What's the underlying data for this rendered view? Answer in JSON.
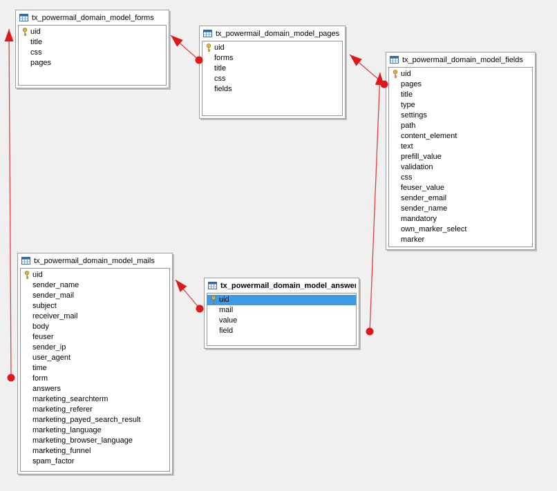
{
  "diagram": {
    "colors": {
      "connector_red": "#dc1a1a",
      "connector_line": "#e04040",
      "selection_blue": "#3d9ae9",
      "box_border_gray": "#9b9b9b",
      "background_gray": "#f0f0f0",
      "table_icon_blue": "#3465a4",
      "key_icon_gold": "#ffd24a"
    },
    "tables": [
      {
        "title": "tx_powermail_domain_model_forms",
        "fields": [
          {
            "name": "uid",
            "pk": true
          },
          {
            "name": "title",
            "pk": false
          },
          {
            "name": "css",
            "pk": false
          },
          {
            "name": "pages",
            "pk": false
          }
        ]
      },
      {
        "title": "tx_powermail_domain_model_pages",
        "fields": [
          {
            "name": "uid",
            "pk": true
          },
          {
            "name": "forms",
            "pk": false
          },
          {
            "name": "title",
            "pk": false
          },
          {
            "name": "css",
            "pk": false
          },
          {
            "name": "fields",
            "pk": false
          }
        ]
      },
      {
        "title": "tx_powermail_domain_model_fields",
        "fields": [
          {
            "name": "uid",
            "pk": true
          },
          {
            "name": "pages",
            "pk": false
          },
          {
            "name": "title",
            "pk": false
          },
          {
            "name": "type",
            "pk": false
          },
          {
            "name": "settings",
            "pk": false
          },
          {
            "name": "path",
            "pk": false
          },
          {
            "name": "content_element",
            "pk": false
          },
          {
            "name": "text",
            "pk": false
          },
          {
            "name": "prefill_value",
            "pk": false
          },
          {
            "name": "validation",
            "pk": false
          },
          {
            "name": "css",
            "pk": false
          },
          {
            "name": "feuser_value",
            "pk": false
          },
          {
            "name": "sender_email",
            "pk": false
          },
          {
            "name": "sender_name",
            "pk": false
          },
          {
            "name": "mandatory",
            "pk": false
          },
          {
            "name": "own_marker_select",
            "pk": false
          },
          {
            "name": "marker",
            "pk": false
          }
        ]
      },
      {
        "title": "tx_powermail_domain_model_mails",
        "fields": [
          {
            "name": "uid",
            "pk": true
          },
          {
            "name": "sender_name",
            "pk": false
          },
          {
            "name": "sender_mail",
            "pk": false
          },
          {
            "name": "subject",
            "pk": false
          },
          {
            "name": "receiver_mail",
            "pk": false
          },
          {
            "name": "body",
            "pk": false
          },
          {
            "name": "feuser",
            "pk": false
          },
          {
            "name": "sender_ip",
            "pk": false
          },
          {
            "name": "user_agent",
            "pk": false
          },
          {
            "name": "time",
            "pk": false
          },
          {
            "name": "form",
            "pk": false
          },
          {
            "name": "answers",
            "pk": false
          },
          {
            "name": "marketing_searchterm",
            "pk": false
          },
          {
            "name": "marketing_referer",
            "pk": false
          },
          {
            "name": "marketing_payed_search_result",
            "pk": false
          },
          {
            "name": "marketing_language",
            "pk": false
          },
          {
            "name": "marketing_browser_language",
            "pk": false
          },
          {
            "name": "marketing_funnel",
            "pk": false
          },
          {
            "name": "spam_factor",
            "pk": false
          }
        ]
      },
      {
        "title": "tx_powermail_domain_model_answer",
        "selected_field": "uid",
        "fields": [
          {
            "name": "uid",
            "pk": true
          },
          {
            "name": "mail",
            "pk": false
          },
          {
            "name": "value",
            "pk": false
          },
          {
            "name": "field",
            "pk": false
          }
        ]
      }
    ],
    "relationships": [
      {
        "from": "tx_powermail_domain_model_pages.forms",
        "to": "tx_powermail_domain_model_forms"
      },
      {
        "from": "tx_powermail_domain_model_fields.pages",
        "to": "tx_powermail_domain_model_pages"
      },
      {
        "from": "tx_powermail_domain_model_mails.form",
        "to": "tx_powermail_domain_model_forms"
      },
      {
        "from": "tx_powermail_domain_model_answer.mail",
        "to": "tx_powermail_domain_model_mails"
      },
      {
        "from": "tx_powermail_domain_model_answer.field",
        "to": "tx_powermail_domain_model_fields"
      }
    ]
  }
}
